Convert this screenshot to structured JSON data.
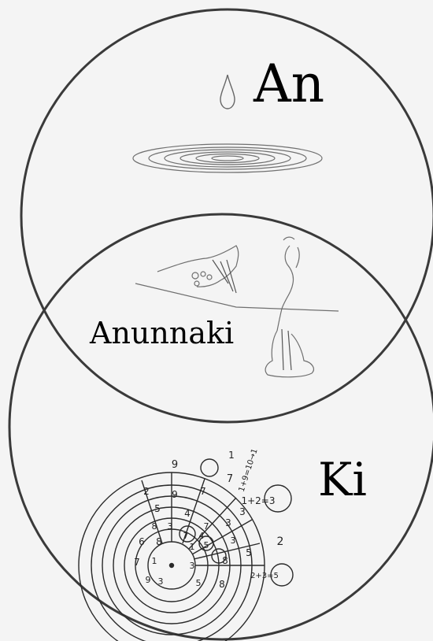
{
  "labels": {
    "an": "An",
    "anunnaki": "Anunnaki",
    "ki": "Ki"
  },
  "colors": {
    "background": "#f4f4f4",
    "ink": "#000000",
    "pencil": "#7a7a7a"
  },
  "icons": {
    "drop": "water-drop-icon",
    "ripples": "water-ripples-sketch",
    "figures": "reaching-hands-and-figures-sketch",
    "wheel": "number-wheel-sketch"
  },
  "number_wheel": {
    "ring_outer": [
      "9",
      "7",
      "1"
    ],
    "ring_2": [
      "2",
      "9",
      "7",
      "3"
    ],
    "ring_3": [
      "5",
      "4",
      "7",
      "3"
    ],
    "ring_4": [
      "8",
      "3",
      "4",
      "3"
    ],
    "ring_5": [
      "6",
      "8",
      "7",
      "5",
      "1"
    ],
    "ring_6": [
      "7",
      "1",
      "3",
      "8",
      "5"
    ],
    "ring_7": [
      "9",
      "3",
      "5",
      "8"
    ],
    "right_side": [
      "2"
    ],
    "equations": [
      "1+9=10→1",
      "1+2=3",
      "2+3=5"
    ]
  }
}
